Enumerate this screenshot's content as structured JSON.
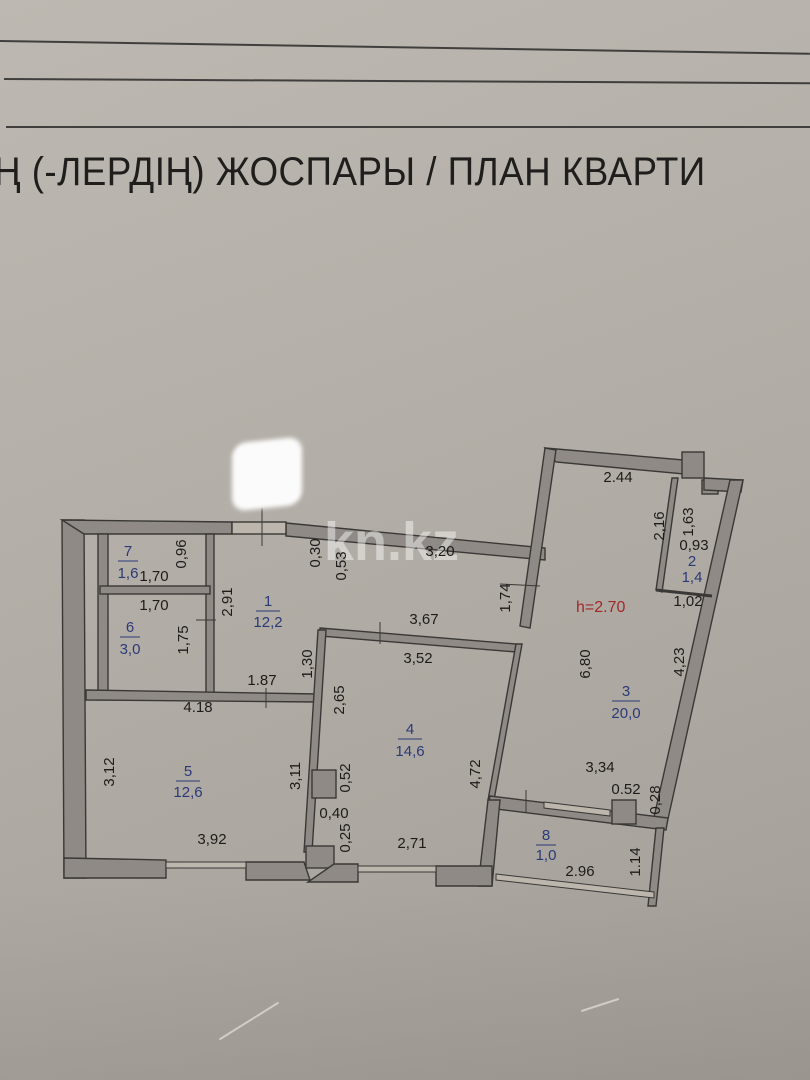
{
  "document": {
    "ruled_lines": 3,
    "heading": "Ң (-ЛЕРДІҢ) ЖОСПАРЫ / ПЛАН КВАРТИ",
    "watermark": "kn.kz",
    "ceiling_height": "h=2.70",
    "colors": {
      "paper": "#b8b3ac",
      "wall_fill": "#8f8a85",
      "wall_stroke": "#3a3836",
      "dimension_text": "#1d1c1b",
      "room_number_text": "#2a3a78",
      "ceiling_height_text": "#a2282a"
    }
  },
  "rooms": [
    {
      "id": "1",
      "area": "12,2"
    },
    {
      "id": "2",
      "area": "1,4"
    },
    {
      "id": "3",
      "area": "20,0"
    },
    {
      "id": "4",
      "area": "14,6"
    },
    {
      "id": "5",
      "area": "12,6"
    },
    {
      "id": "6",
      "area": "3,0"
    },
    {
      "id": "7",
      "area": "1,6"
    },
    {
      "id": "8",
      "area": "1,0"
    }
  ],
  "dimensions": {
    "r7_height": "0,96",
    "r7_width": "1,70",
    "r6_width": "1,70",
    "r6_height": "1,75",
    "r1_left": "2,91",
    "r1_top_a": "0,30",
    "r1_top_b": "0,53",
    "r1_top_c": "3,20",
    "r1_right": "1,74",
    "r1_mid": "3,67",
    "r1_bottom": "1.87",
    "r1_step": "1,30",
    "r4_top": "3,52",
    "r4_left": "2,65",
    "r4_right": "4,72",
    "r4_col": "0,52",
    "r4_col2": "0,40",
    "r4_col3": "0,25",
    "r4_bottom": "2,71",
    "r5_top": "4.18",
    "r5_left": "3,12",
    "r5_right": "3,11",
    "r5_bottom": "3,92",
    "r3_top": "2.44",
    "r3_left": "6,80",
    "r3_right": "4,23",
    "r3_bottom": "3,34",
    "r3_col_w": "0.52",
    "r3_col_h": "0,28",
    "r2_outer": "2,16",
    "r2_h": "1,63",
    "r2_w": "0,93",
    "r2_bottom": "1,02",
    "r8_width": "2.96",
    "r8_height": "1.14"
  }
}
